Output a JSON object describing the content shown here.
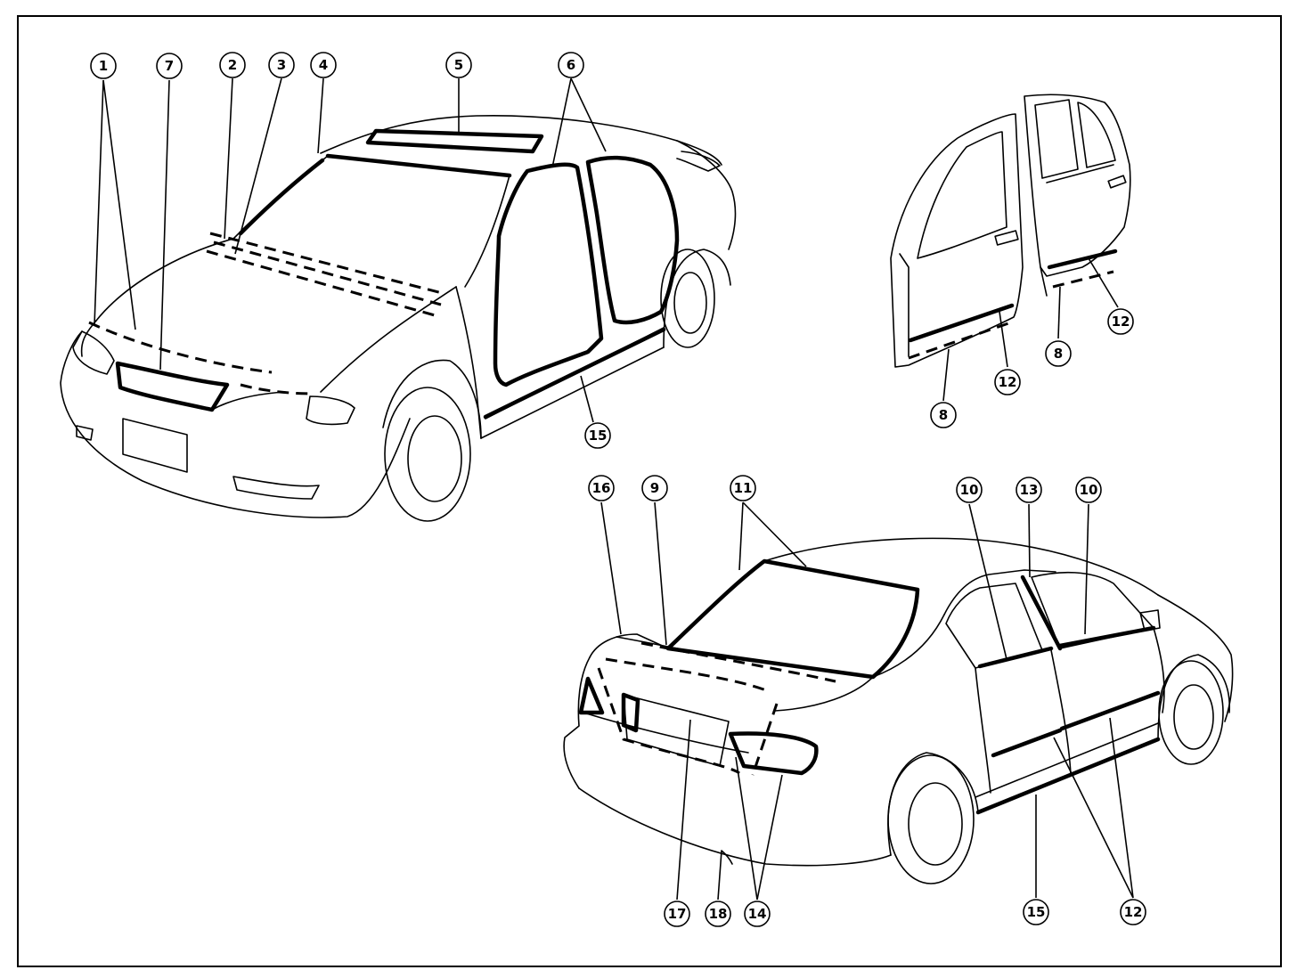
{
  "figure": {
    "callouts": [
      {
        "id": "c1",
        "label": "1"
      },
      {
        "id": "c7",
        "label": "7"
      },
      {
        "id": "c2",
        "label": "2"
      },
      {
        "id": "c3",
        "label": "3"
      },
      {
        "id": "c4",
        "label": "4"
      },
      {
        "id": "c5",
        "label": "5"
      },
      {
        "id": "c6",
        "label": "6"
      },
      {
        "id": "c15a",
        "label": "15"
      },
      {
        "id": "c12a",
        "label": "12"
      },
      {
        "id": "c8a",
        "label": "8"
      },
      {
        "id": "c12b",
        "label": "12"
      },
      {
        "id": "c8b",
        "label": "8"
      },
      {
        "id": "c16",
        "label": "16"
      },
      {
        "id": "c9",
        "label": "9"
      },
      {
        "id": "c11",
        "label": "11"
      },
      {
        "id": "c10a",
        "label": "10"
      },
      {
        "id": "c13",
        "label": "13"
      },
      {
        "id": "c10b",
        "label": "10"
      },
      {
        "id": "c17",
        "label": "17"
      },
      {
        "id": "c18",
        "label": "18"
      },
      {
        "id": "c14",
        "label": "14"
      },
      {
        "id": "c15b",
        "label": "15"
      },
      {
        "id": "c12c",
        "label": "12"
      }
    ]
  }
}
